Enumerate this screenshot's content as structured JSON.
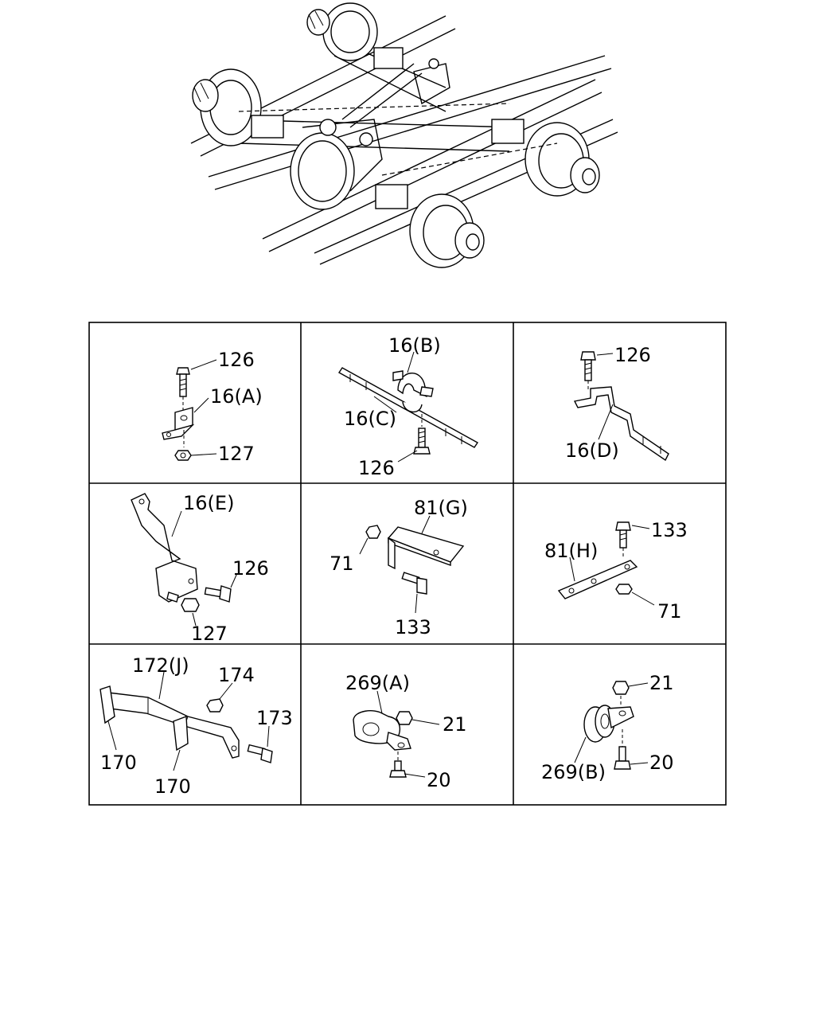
{
  "callouts": {
    "cell1": {
      "bolt": "126",
      "bracket": "16(A)",
      "nut": "127"
    },
    "cell2": {
      "clamp": "16(B)",
      "bracket": "16(C)",
      "bolt": "126"
    },
    "cell3": {
      "bolt": "126",
      "bracket": "16(D)"
    },
    "cell4": {
      "bracket": "16(E)",
      "bolt": "126",
      "nut": "127"
    },
    "cell5": {
      "bracket": "81(G)",
      "nut": "71",
      "bolt": "133"
    },
    "cell6": {
      "bracket": "81(H)",
      "bolt": "133",
      "nut": "71"
    },
    "cell7": {
      "bracket": "172(J)",
      "nut": "174",
      "bolt": "173",
      "clip_left": "170",
      "clip_bottom": "170"
    },
    "cell8": {
      "mount": "269(A)",
      "nut": "21",
      "bolt": "20"
    },
    "cell9": {
      "nut": "21",
      "mount": "269(B)",
      "bolt": "20"
    }
  }
}
